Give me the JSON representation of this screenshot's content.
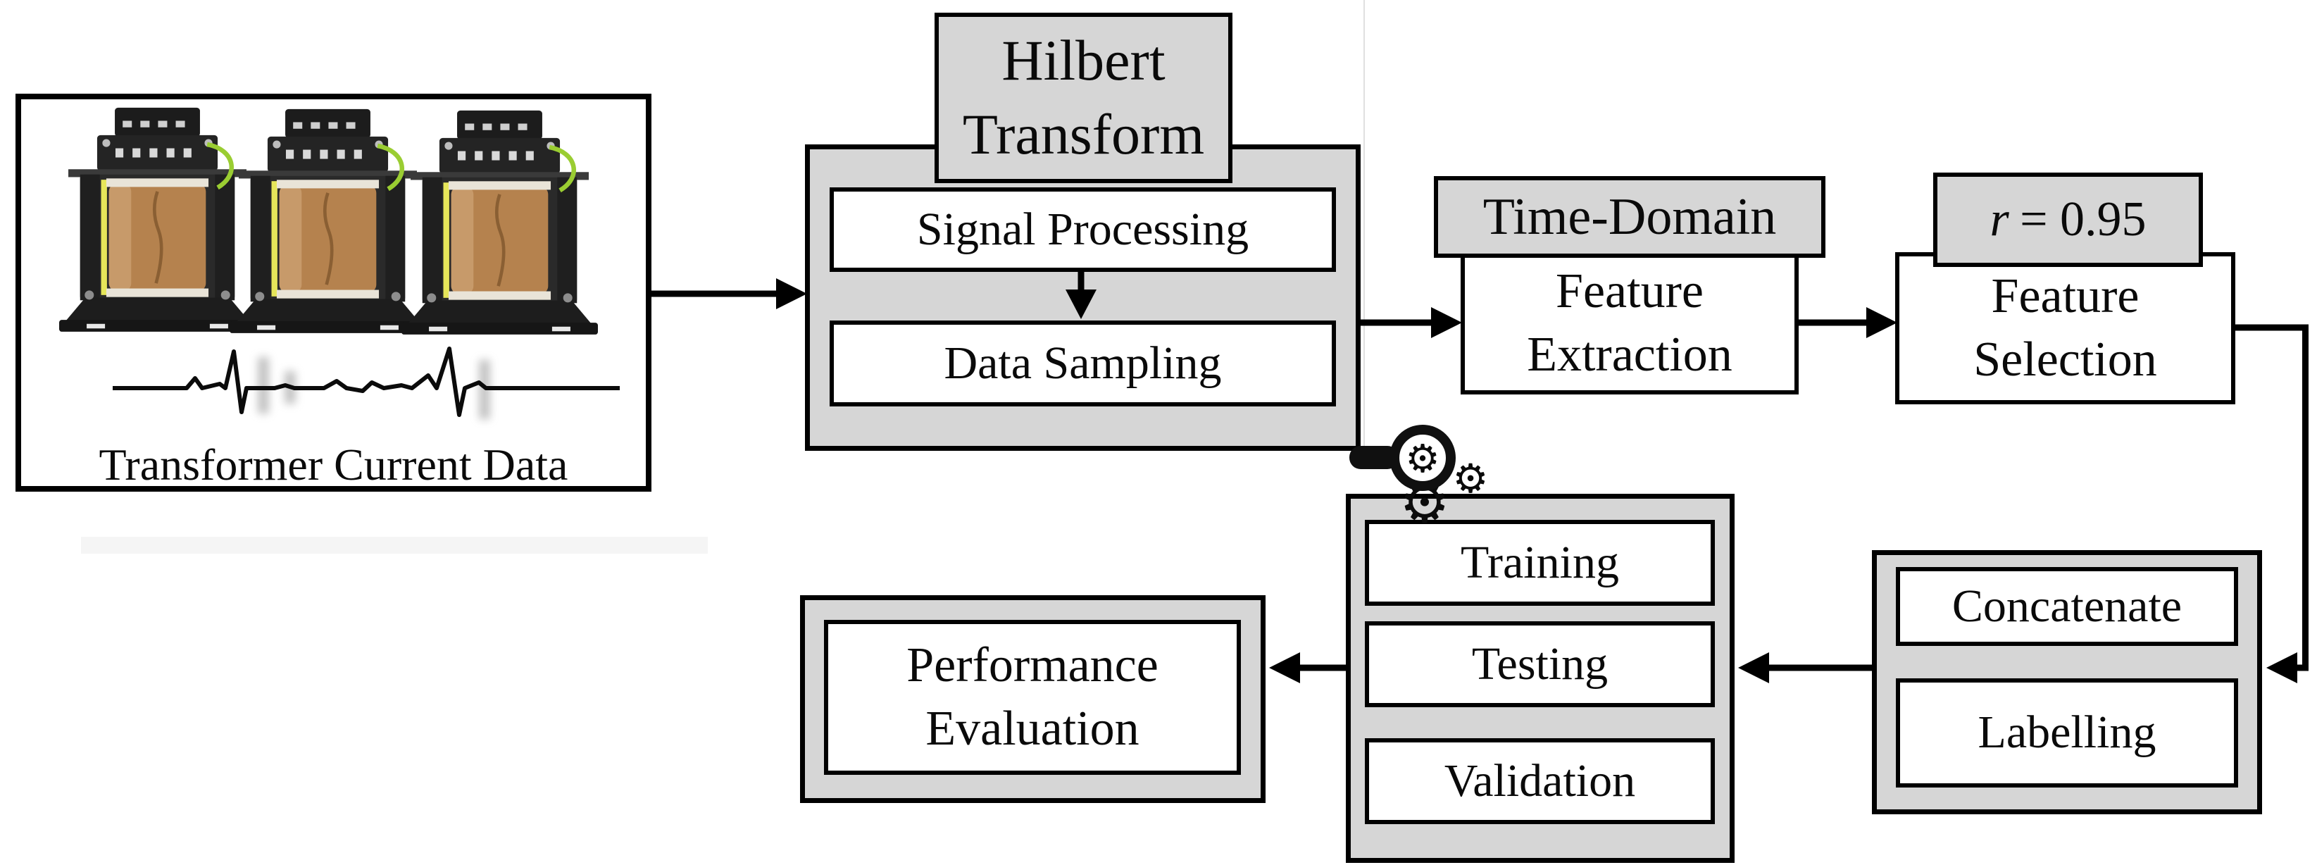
{
  "figure": {
    "type": "flowchart",
    "background": "#ffffff",
    "palette": {
      "gray_fill": "#d6d6d6",
      "border": "#000000",
      "white_fill": "#ffffff",
      "text": "#0a0a0a"
    },
    "source": {
      "label": "Transformer Current Data",
      "image": "three-phase-transformer-photos",
      "waveform": "impulse-current-waveform"
    },
    "hilbert": {
      "title": [
        "Hilbert",
        "Transform"
      ],
      "steps": [
        "Signal Processing",
        "Data Sampling"
      ]
    },
    "feature_extraction": {
      "header": "Time-Domain",
      "body": [
        "Feature",
        "Extraction"
      ]
    },
    "feature_selection": {
      "header_variable": "r",
      "header_value": "= 0.95",
      "body": [
        "Feature",
        "Selection"
      ]
    },
    "concatenate_labelling": {
      "steps": [
        "Concatenate",
        "Labelling"
      ]
    },
    "model_stages": {
      "icon": "gears-magnifier-icon",
      "steps": [
        "Training",
        "Testing",
        "Validation"
      ]
    },
    "performance_evaluation": {
      "body": [
        "Performance",
        "Evaluation"
      ]
    }
  }
}
